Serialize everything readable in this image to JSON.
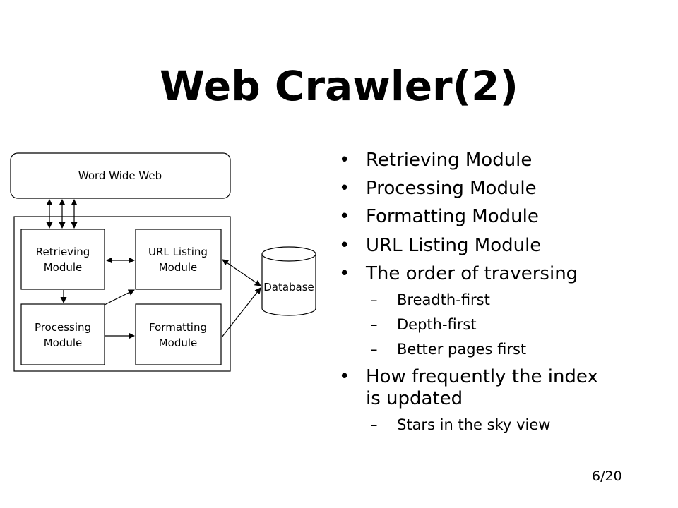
{
  "slide": {
    "title": "Web Crawler(2)",
    "page_number": "6/20"
  },
  "diagram": {
    "www_label": "Word Wide Web",
    "retrieving_line1": "Retrieving",
    "retrieving_line2": "Module",
    "url_listing_line1": "URL Listing",
    "url_listing_line2": "Module",
    "processing_line1": "Processing",
    "processing_line2": "Module",
    "formatting_line1": "Formatting",
    "formatting_line2": "Module",
    "database_label": "Database"
  },
  "bullets": {
    "b1": "Retrieving Module",
    "b2": "Processing Module",
    "b3": "Formatting Module",
    "b4": "URL Listing Module",
    "b5": "The order of traversing",
    "b5_sub1": "Breadth-first",
    "b5_sub2": "Depth-first",
    "b5_sub3": "Better pages first",
    "b6_line1": "How frequently the index",
    "b6_line2": "is updated",
    "b6_sub1": "Stars in the sky view"
  }
}
